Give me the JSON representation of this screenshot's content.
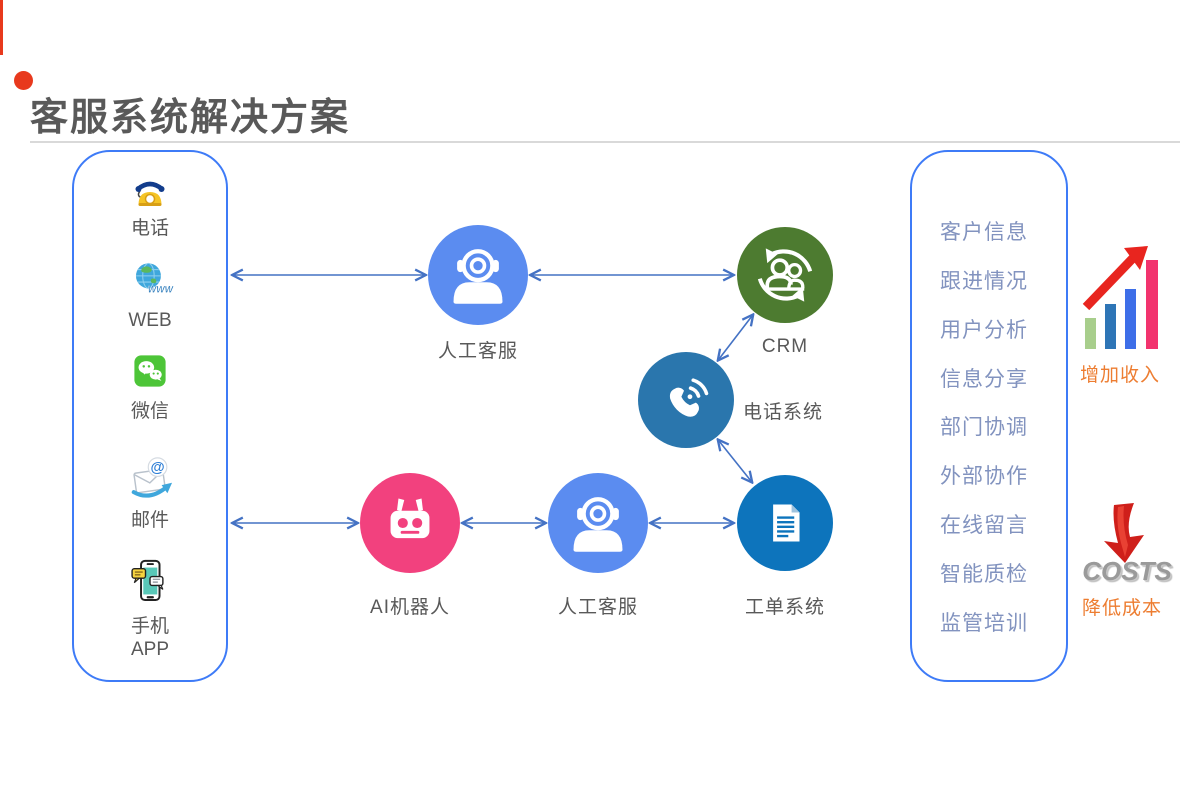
{
  "slide": {
    "title": "客服系统解决方案",
    "accent_color": "#e8391d",
    "divider_color": "#d9d9d9"
  },
  "channels_panel": {
    "border_color": "#3e7bf7",
    "items": [
      {
        "label": "电话",
        "icon": "telephone-icon"
      },
      {
        "label": "WEB",
        "icon": "globe-www-icon"
      },
      {
        "label": "微信",
        "icon": "wechat-icon"
      },
      {
        "label": "邮件",
        "icon": "email-at-icon"
      },
      {
        "label": "手机\nAPP",
        "icon": "mobile-app-chat-icon"
      }
    ]
  },
  "flow": {
    "arrow_color": "#4472c4",
    "nodes": [
      {
        "id": "agent-top",
        "label": "人工客服",
        "icon": "support-agent-icon",
        "color": "#5b8cf0"
      },
      {
        "id": "crm",
        "label": "CRM",
        "icon": "crm-people-sync-icon",
        "color": "#4d7b30"
      },
      {
        "id": "phone-system",
        "label": "电话系统",
        "icon": "phone-signal-icon",
        "color": "#2a76ad"
      },
      {
        "id": "ai-robot",
        "label": "AI机器人",
        "icon": "robot-icon",
        "color": "#f2417e"
      },
      {
        "id": "agent-bottom",
        "label": "人工客服",
        "icon": "support-agent-icon",
        "color": "#5b8cf0"
      },
      {
        "id": "ticket-system",
        "label": "工单系统",
        "icon": "document-icon",
        "color": "#0d74bc"
      }
    ]
  },
  "benefits_panel": {
    "border_color": "#3e7bf7",
    "text_color": "#8293bf",
    "items": [
      "客户信息",
      "跟进情况",
      "用户分析",
      "信息分享",
      "部门协调",
      "外部协作",
      "在线留言",
      "智能质检",
      "监管培训"
    ]
  },
  "outcomes": {
    "revenue": {
      "label": "增加收入",
      "icon": "rising-bars-arrow-icon",
      "bar_colors": [
        "#a8ce8c",
        "#2e75b6",
        "#3d6ee8",
        "#f2336e"
      ],
      "arrow_color": "#e8251f"
    },
    "costs": {
      "label": "降低成本",
      "icon": "costs-down-arrow-icon",
      "icon_text": "COSTS",
      "arrow_color": "#cf1f1a"
    },
    "label_color": "#ed7d31"
  }
}
